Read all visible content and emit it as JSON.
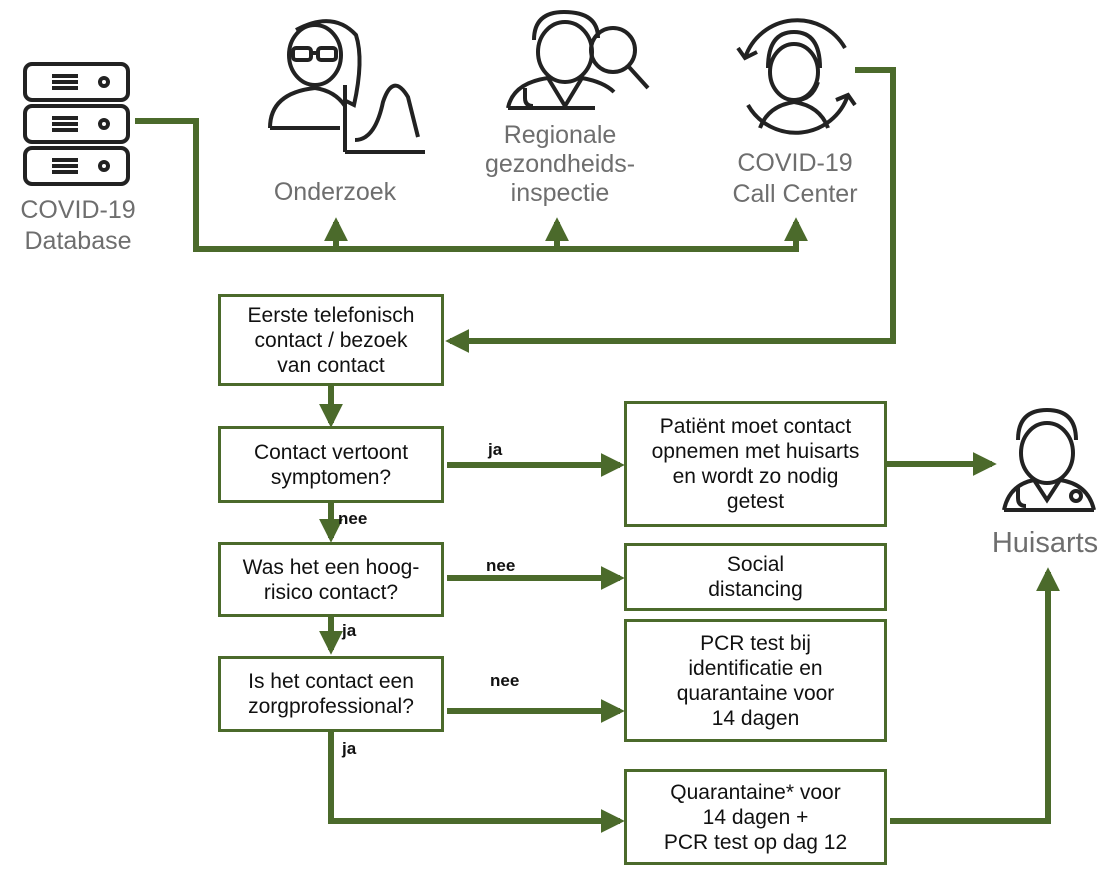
{
  "colors": {
    "arrow": "#4b6a2b",
    "label": "#6e6e6e",
    "text": "#111111"
  },
  "sources": {
    "database": "COVID-19\nDatabase",
    "research": "Onderzoek",
    "inspection": "Regionale\ngezondheids-\ninspectie",
    "callcenter": "COVID-19\nCall Center",
    "gp": "Huisarts"
  },
  "icons": [
    "server-database-icon",
    "researcher-chart-icon",
    "doctor-magnifier-icon",
    "call-center-agent-icon",
    "doctor-icon"
  ],
  "boxes": {
    "first_contact": "Eerste telefonisch\ncontact / bezoek\nvan contact",
    "symptoms": "Contact vertoont\nsymptomen?",
    "high_risk": "Was het een hoog-\nrisico contact?",
    "care_worker": "Is het contact een\nzorgprofessional?",
    "contact_gp": "Patiënt moet contact\nopnemen met huisarts\nen wordt zo nodig\ngetest",
    "social": "Social\ndistancing",
    "pcr": "PCR test bij\nidentificatie en\nquarantaine voor\n14 dagen",
    "quarantine": "Quarantaine* voor\n14 dagen +\nPCR test op dag 12"
  },
  "edges": {
    "yes_symptoms": "ja",
    "no_symptoms": "nee",
    "no_highrisk": "nee",
    "yes_highrisk": "ja",
    "no_care": "nee",
    "yes_care": "ja"
  }
}
